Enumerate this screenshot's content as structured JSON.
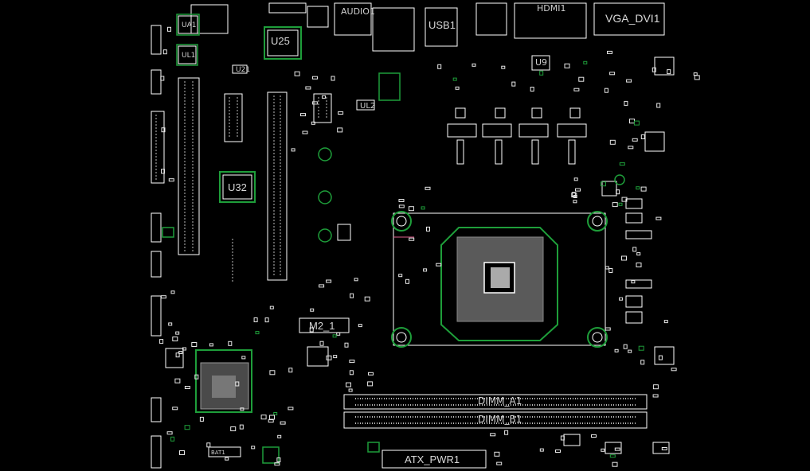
{
  "view": {
    "background": "#000000",
    "silkscreen_color": "#ffffff",
    "outline_color": "#1e9e3a",
    "label_color": "#d8d8d8"
  },
  "labels": {
    "u25": "U25",
    "u32": "U32",
    "m2": "M2_1",
    "dimm_a": "DIMM_A1",
    "dimm_b": "DIMM_B1",
    "atx": "ATX_PWR1",
    "vga": "VGA_DVI1",
    "hdmi": "HDMI1",
    "usb": "USB1",
    "audio": "AUDIO1",
    "u9": "U9",
    "ul2": "UL2",
    "ua1": "UA1",
    "ul1": "UL1",
    "u21": "U21",
    "batt": "BAT1"
  }
}
